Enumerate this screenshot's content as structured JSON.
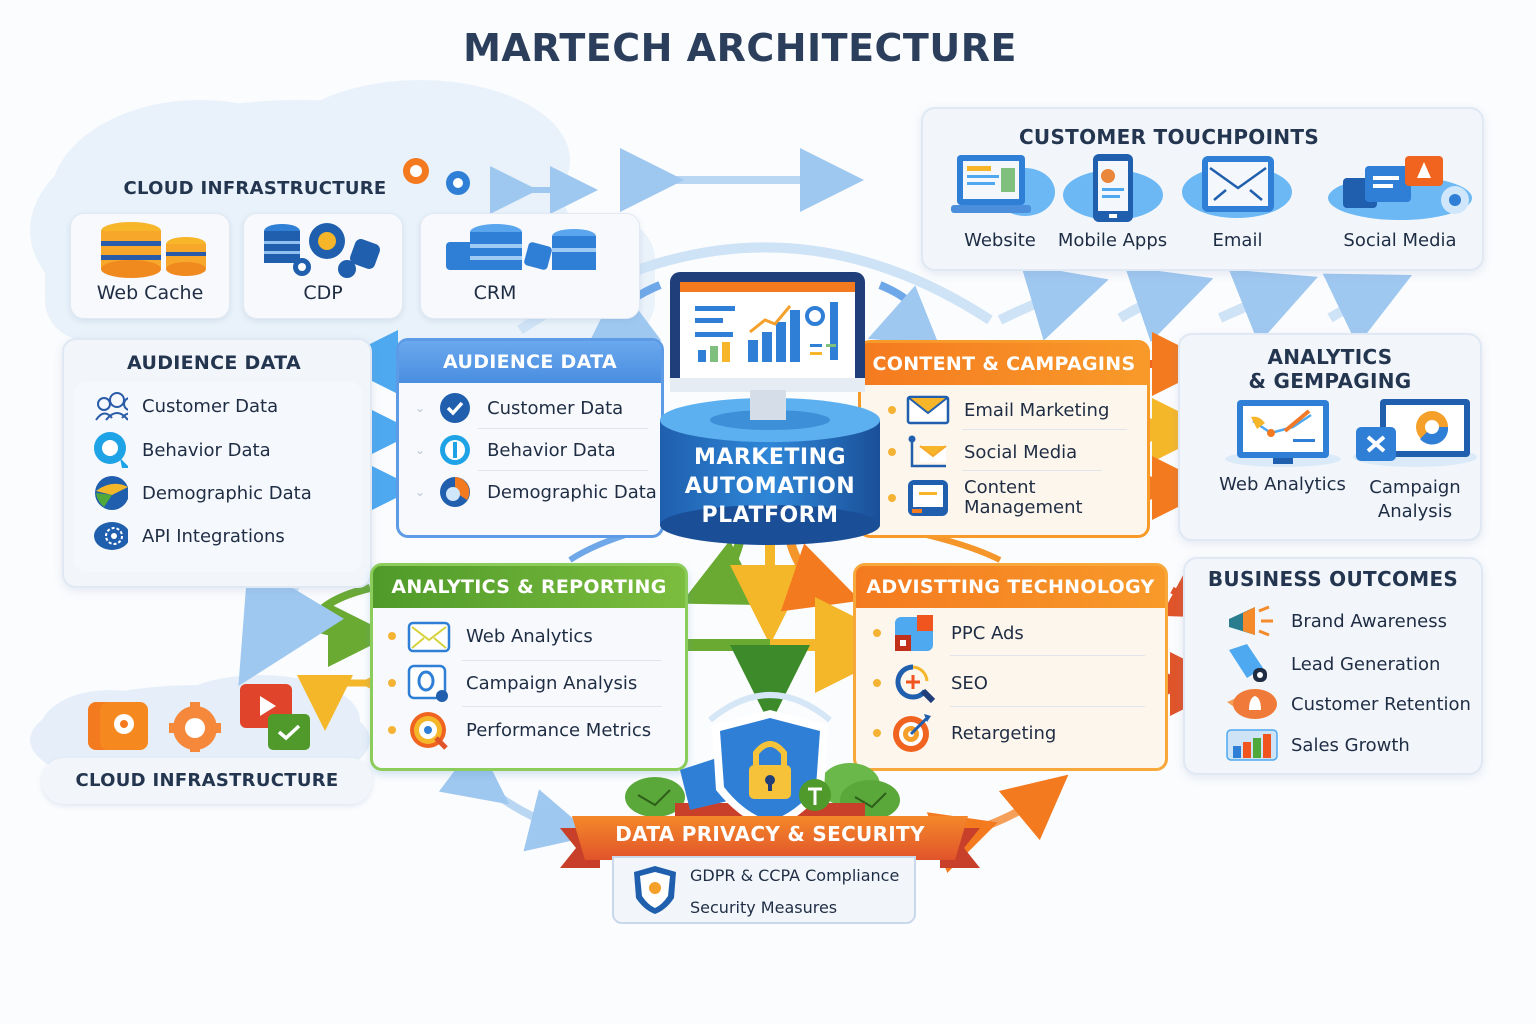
{
  "title": "MARTECH ARCHITECTURE",
  "cloud_infrastructure_top": {
    "title": "CLOUD INFRASTRUCTURE",
    "items": [
      {
        "label": "Web Cache",
        "icon": "database-stack-icon"
      },
      {
        "label": "CDP",
        "icon": "cdp-nodes-icon"
      },
      {
        "label": "CRM",
        "icon": "crm-database-icon"
      }
    ]
  },
  "customer_touchpoints": {
    "title": "CUSTOMER TOUCHPOINTS",
    "items": [
      {
        "label": "Website",
        "icon": "laptop-icon"
      },
      {
        "label": "Mobile Apps",
        "icon": "mobile-phone-icon"
      },
      {
        "label": "Email",
        "icon": "envelope-icon"
      },
      {
        "label": "Social Media",
        "icon": "chat-bubbles-icon"
      }
    ]
  },
  "audience_data_left": {
    "title": "AUDIENCE DATA",
    "items": [
      {
        "label": "Customer Data",
        "icon": "users-icon"
      },
      {
        "label": "Behavior Data",
        "icon": "search-bubble-icon"
      },
      {
        "label": "Demographic Data",
        "icon": "pie-globe-icon"
      },
      {
        "label": "API Integrations",
        "icon": "api-gear-icon"
      }
    ]
  },
  "audience_data_center": {
    "title": "AUDIENCE DATA",
    "items": [
      {
        "label": "Customer Data",
        "icon": "check-circle-icon"
      },
      {
        "label": "Behavior Data",
        "icon": "info-circle-icon"
      },
      {
        "label": "Demographic Data",
        "icon": "pie-chart-icon"
      }
    ]
  },
  "platform": {
    "line1": "MARKETING",
    "line2": "AUTOMATION",
    "line3": "PLATFORM"
  },
  "content_campaigns": {
    "title": "CONTENT & CAMPAGINS",
    "items": [
      {
        "label": "Email Marketing",
        "icon": "envelope-icon"
      },
      {
        "label": "Social Media",
        "icon": "mail-flag-icon"
      },
      {
        "label": "Content Management",
        "line1": "Content",
        "line2": "Management",
        "icon": "content-screen-icon"
      }
    ]
  },
  "analytics_gempaging": {
    "title_line1": "ANALYTICS",
    "title_line2": "& GEMPAGING",
    "items": [
      {
        "label": "Web Analytics",
        "icon": "monitor-graph-icon"
      },
      {
        "label": "Campaign Analysis",
        "line1": "Campaign",
        "line2": "Analysis",
        "icon": "monitor-donut-icon"
      }
    ]
  },
  "analytics_reporting": {
    "title": "ANALYTICS & REPORTING",
    "items": [
      {
        "label": "Web Analytics",
        "icon": "envelope-icon"
      },
      {
        "label": "Campaign Analysis",
        "icon": "magnifier-icon"
      },
      {
        "label": "Performance Metrics",
        "icon": "target-search-icon"
      }
    ]
  },
  "advertising_technology": {
    "title": "ADVISTTING TECHNOLOGY",
    "items": [
      {
        "label": "PPC Ads",
        "icon": "ads-blocks-icon"
      },
      {
        "label": "SEO",
        "icon": "seo-magnifier-icon"
      },
      {
        "label": "Retargeting",
        "icon": "target-dart-icon"
      }
    ]
  },
  "business_outcomes": {
    "title": "BUSINESS OUTCOMES",
    "items": [
      {
        "label": "Brand Awareness",
        "icon": "megaphone-icon"
      },
      {
        "label": "Lead Generation",
        "icon": "magnet-icon"
      },
      {
        "label": "Customer Retention",
        "icon": "bell-bubble-icon"
      },
      {
        "label": "Sales Growth",
        "icon": "bar-chart-icon"
      }
    ]
  },
  "cloud_infrastructure_bottom": {
    "title": "CLOUD INFRASTRUCTURE",
    "icons": [
      "record-icon",
      "gear-icon",
      "play-icon",
      "check-icon"
    ]
  },
  "privacy": {
    "title": "DATA PRIVACY & SECURITY",
    "items": [
      {
        "label": "GDPR & CCPA Compliance"
      },
      {
        "label": "Security Measures"
      }
    ]
  },
  "colors": {
    "navy": "#2b3f5c",
    "blue": "#2f7fd6",
    "orange": "#f47a1f",
    "green": "#6aaa32",
    "yellow": "#f5b72a",
    "red": "#e0542a"
  }
}
